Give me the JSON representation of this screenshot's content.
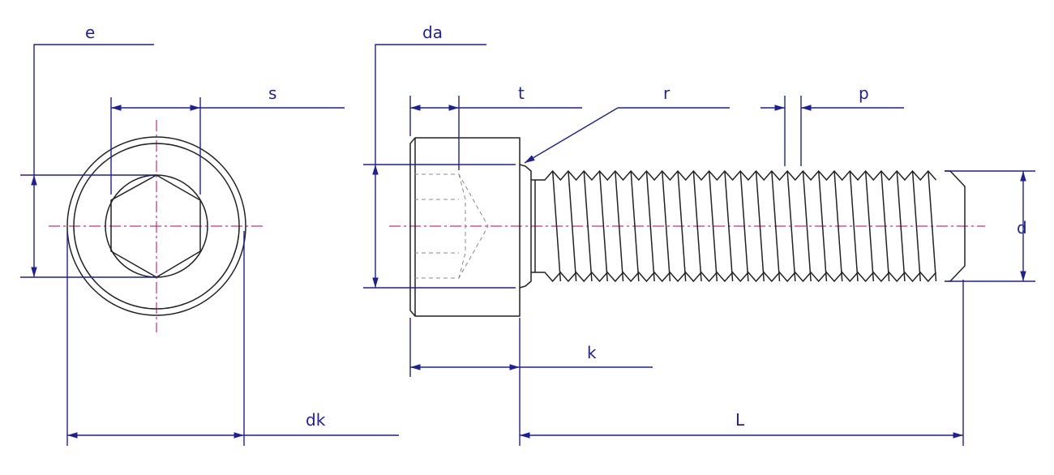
{
  "title": "Socket head cap screw dimensions",
  "labels": {
    "e": "e",
    "s": "s",
    "dk": "dk",
    "da": "da",
    "t": "t",
    "r": "r",
    "p": "p",
    "d": "d",
    "k": "k",
    "L": "L"
  },
  "colors": {
    "dimension": "#1f1f9c",
    "centerline": "#c8307e",
    "outline": "#222222"
  }
}
